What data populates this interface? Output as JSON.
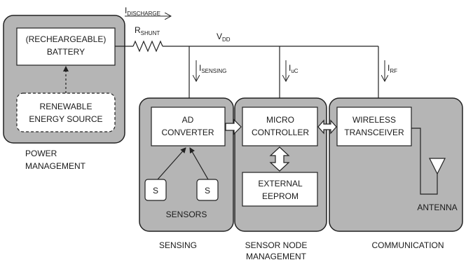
{
  "colors": {
    "panel_fill": "#d0d0d0",
    "panel_dark_fill": "#b5b5b5",
    "box_fill": "#ffffff",
    "stroke": "#222222"
  },
  "power": {
    "battery_line1": "(RECHEARGEABLE)",
    "battery_line2": "BATTERY",
    "renewable_line1": "RENEWABLE",
    "renewable_line2": "ENERGY SOURCE",
    "caption_line1": "POWER",
    "caption_line2": "MANAGEMENT"
  },
  "currents": {
    "discharge_main": "I",
    "discharge_sub": "DISCHARGE",
    "shunt_main": "R",
    "shunt_sub": "SHUNT",
    "vdd_main": "V",
    "vdd_sub": "DD",
    "sensing_main": "I",
    "sensing_sub": "SENSING",
    "uc_main": "I",
    "uc_sub": "uC",
    "rf_main": "I",
    "rf_sub": "RF"
  },
  "sensing": {
    "adc_line1": "AD",
    "adc_line2": "CONVERTER",
    "sensor_a": "S",
    "sensor_b": "S",
    "sensors_label": "SENSORS",
    "caption": "SENSING"
  },
  "node": {
    "mcu_line1": "MICRO",
    "mcu_line2": "CONTROLLER",
    "eeprom_line1": "EXTERNAL",
    "eeprom_line2": "EEPROM",
    "caption_line1": "SENSOR NODE",
    "caption_line2": "MANAGEMENT"
  },
  "comm": {
    "transceiver_line1": "WIRELESS",
    "transceiver_line2": "TRANSCEIVER",
    "antenna_label": "ANTENNA",
    "caption": "COMMUNICATION"
  }
}
